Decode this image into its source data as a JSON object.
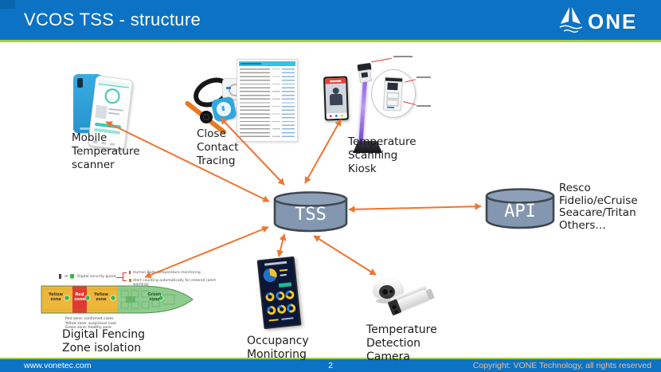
{
  "header": {
    "title": "VCOS TSS - structure",
    "logo_text": "ONE"
  },
  "hub": {
    "label": "TSS"
  },
  "api": {
    "label": "API",
    "systems": [
      "Resco",
      "Fidelio/eCruise",
      "Seacare/Tritan",
      "Others…"
    ]
  },
  "nodes": {
    "mobile_label": "Mobile\nTemperature\nscanner",
    "contact_label": "Close\nContact\nTracing",
    "kiosk_label": "Temperature\nScanning\nKiosk",
    "fencing_label": "Digital Fencing\nZone isolation",
    "occupancy_label": "Occupancy\nMonitoring",
    "camera_label": "Temperature\nDetection\nCamera"
  },
  "ship": {
    "zone1": "Yellow\nzone",
    "zone2": "Red\nzone",
    "zone3": "Yellow\nzone",
    "zone4": "Green\nzone",
    "legend_guard": "Digital security guard",
    "legend_item1": "Human Body temperature monitoring",
    "legend_item2": "Alert counting automatically for entered (alert warning)",
    "notes": "Red zone: confirmed cases\nYellow zone: suspicious case\nGreen zone: healthy zone"
  },
  "footer": {
    "website": "www.vonetec.com",
    "page_number": "2",
    "copyright": "Copyright: VONE Technology, all rights reserved"
  },
  "colors": {
    "header_blue": "#0B72C4",
    "accent_green": "#A9CE3D",
    "arrow_orange": "#F07430",
    "cylinder_fill": "#8497B0"
  }
}
